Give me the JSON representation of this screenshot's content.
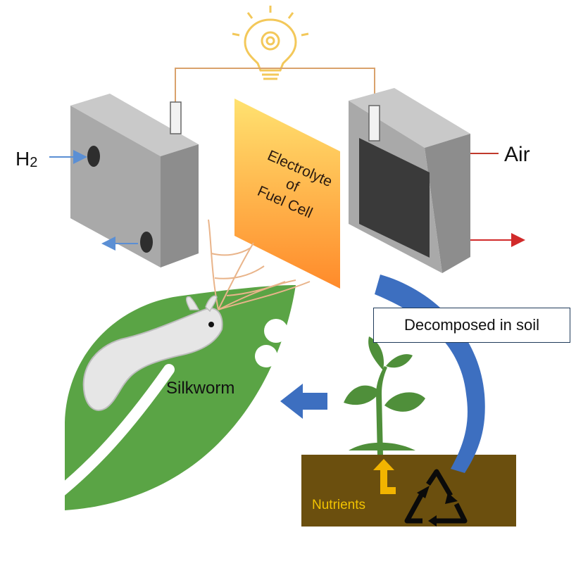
{
  "labels": {
    "hydrogen_text": "H",
    "hydrogen_subscript": "2",
    "air": "Air",
    "electrolyte_lines": [
      "Electrolyte",
      "of",
      "Fuel Cell"
    ],
    "silkworm": "Silkworm",
    "decomposed": "Decomposed in soil",
    "nutrients": "Nutrients"
  },
  "colors": {
    "leaf": "#5aa445",
    "soil": "#6b4f0e",
    "plant": "#4f8f3a",
    "cell_gray": "#a7a7a7",
    "cell_dark": "#3a3a3a",
    "electrolyte_top": "#ffdd55",
    "electrolyte_bottom": "#ff8a2a",
    "wire": "#d9a26c",
    "bulb": "#f7d46b",
    "arrow_blue": "#3d6fc0",
    "arrow_red": "#d12a2a",
    "nutrient_arrow": "#f2b400"
  }
}
